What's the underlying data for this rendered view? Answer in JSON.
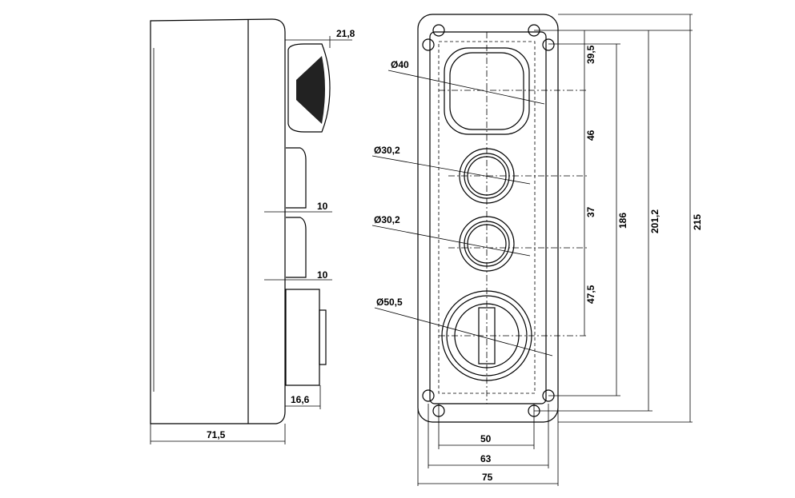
{
  "side_view": {
    "dims": {
      "button_protrusion": "21,8",
      "gap_1": "10",
      "gap_2": "10",
      "selector_depth": "16,6",
      "box_depth": "71,5"
    }
  },
  "front_view": {
    "diameters": {
      "top": "Ø40",
      "second": "Ø30,2",
      "third": "Ø30,2",
      "bottom": "Ø50,5"
    },
    "spacings": {
      "s1": "39,5",
      "s2": "46",
      "s3": "37",
      "s4": "47,5"
    },
    "heights": {
      "inner": "186",
      "mid": "201,2",
      "overall": "215"
    },
    "widths": {
      "inner": "50",
      "mid": "63",
      "overall": "75"
    }
  }
}
